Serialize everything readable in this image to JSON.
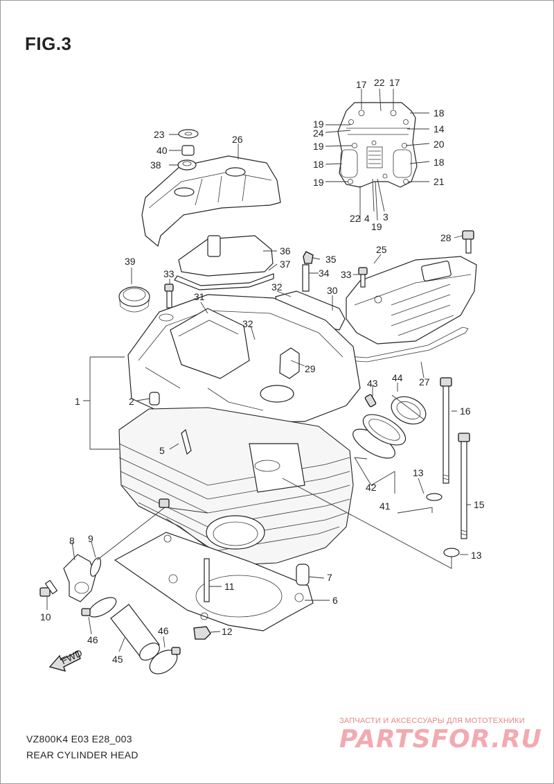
{
  "figure_title": "FIG.3",
  "diagram_code": "VZ800K4 E03 E28_003",
  "caption": "REAR CYLINDER HEAD",
  "fwd_label": "FWD",
  "watermark": {
    "tagline": "ЗАПЧАСТИ И АКСЕССУАРЫ ДЛЯ МОТОТЕХНИКИ",
    "logo": "PARTSFOR.RU"
  },
  "callouts": {
    "c1": "1",
    "c2": "2",
    "c3": "3",
    "c4": "4",
    "c5": "5",
    "c6": "6",
    "c7": "7",
    "c8": "8",
    "c9": "9",
    "c10": "10",
    "c11": "11",
    "c12": "12",
    "c13a": "13",
    "c13b": "13",
    "c14": "14",
    "c15": "15",
    "c16": "16",
    "c17a": "17",
    "c17b": "17",
    "c18a": "18",
    "c18b": "18",
    "c18c": "18",
    "c19a": "19",
    "c19b": "19",
    "c19c": "19",
    "c19d": "19",
    "c20": "20",
    "c21": "21",
    "c22a": "22",
    "c22b": "22",
    "c23": "23",
    "c24": "24",
    "c25": "25",
    "c26": "26",
    "c27": "27",
    "c28": "28",
    "c29": "29",
    "c30": "30",
    "c31": "31",
    "c32a": "32",
    "c32b": "32",
    "c33a": "33",
    "c33b": "33",
    "c34": "34",
    "c35": "35",
    "c36": "36",
    "c37": "37",
    "c38": "38",
    "c39": "39",
    "c40": "40",
    "c41": "41",
    "c42": "42",
    "c43": "43",
    "c44": "44",
    "c45": "45",
    "c46a": "46",
    "c46b": "46"
  }
}
